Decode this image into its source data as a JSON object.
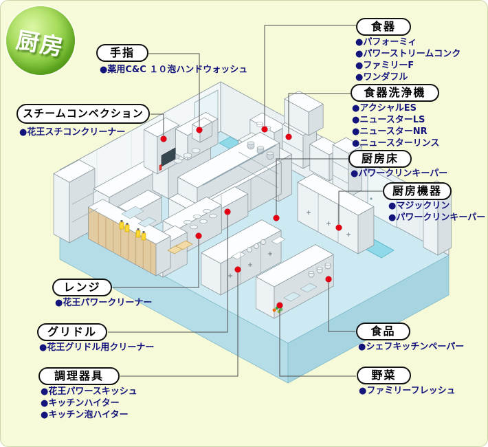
{
  "badge": {
    "text": "厨房"
  },
  "callouts": [
    {
      "id": "hands",
      "label": "手指",
      "products": [
        "●薬用C&C １０泡ハンドウォッシュ"
      ]
    },
    {
      "id": "steam-convection",
      "label": "スチームコンベクション",
      "products": [
        "●花王スチコンクリーナー"
      ]
    },
    {
      "id": "tableware",
      "label": "食器",
      "products": [
        "●パフォーミィ",
        "●パワーストリームコンク",
        "●ファミリーF",
        "●ワンダフル"
      ]
    },
    {
      "id": "dishwasher",
      "label": "食器洗浄機",
      "products": [
        "●アクシャルES",
        "●ニュースターLS",
        "●ニュースターNR",
        "●ニュースターリンス"
      ]
    },
    {
      "id": "kitchen-floor",
      "label": "厨房床",
      "products": [
        "●パワークリンキーパー"
      ]
    },
    {
      "id": "kitchen-equipment",
      "label": "厨房機器",
      "products": [
        "●マジックリン",
        "●パワークリンキーパー"
      ]
    },
    {
      "id": "range",
      "label": "レンジ",
      "products": [
        "●花王パワークリーナー"
      ]
    },
    {
      "id": "griddle",
      "label": "グリドル",
      "products": [
        "●花王グリドル用クリーナー"
      ]
    },
    {
      "id": "cooking-utensils",
      "label": "調理器具",
      "products": [
        "●花王パワースキッシュ",
        "●キッチンハイター",
        "●キッチン泡ハイター"
      ]
    },
    {
      "id": "food",
      "label": "食品",
      "products": [
        "●シェフキッチンペーパー"
      ]
    },
    {
      "id": "vegetables",
      "label": "野菜",
      "products": [
        "●ファミリーフレッシュ"
      ]
    }
  ],
  "colors": {
    "background": "#f7fad8",
    "floor_blue": "#cdeaf2",
    "slab_blue_left": "#b5dde8",
    "slab_blue_right": "#a6d4e0",
    "mat_blue": "#8fd9e9",
    "marker_red": "#e60012",
    "product_text_navy": "#14147d",
    "badge_green": "#6db52a",
    "wood_tan": "#e2cba0",
    "connector_gray": "#4d4d4d"
  }
}
